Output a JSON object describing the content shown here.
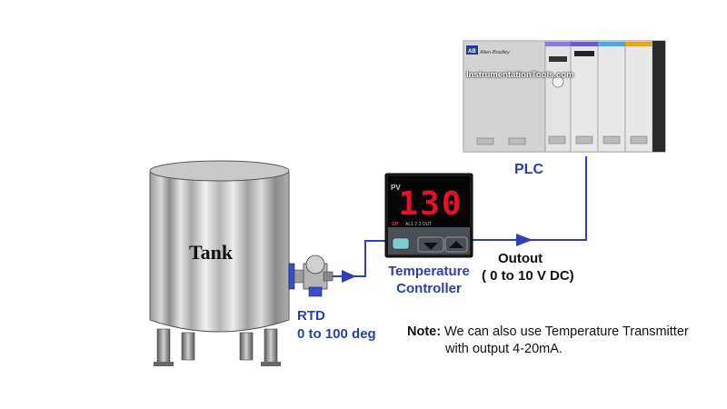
{
  "tank": {
    "label": "Tank"
  },
  "rtd": {
    "label": "RTD",
    "range": "0 to 100 deg"
  },
  "controller": {
    "label_line1": "Temperature",
    "label_line2": "Controller",
    "display_value": "130",
    "pv_tag": "PV",
    "sp_tag": "SP",
    "indicators": "AL1  2  3     OUT"
  },
  "plc": {
    "label": "PLC",
    "brand": "Allen-Bradley",
    "logo_text": "AB"
  },
  "output": {
    "label": "Outout",
    "range": "( 0 to 10 V DC)"
  },
  "note": {
    "prefix": "Note:",
    "line1": " We can also use Temperature Transmitter",
    "line2": "with output 4-20mA."
  },
  "watermark": "InstrumentationTools.com",
  "colors": {
    "wire": "#2f3fb8",
    "label_blue": "#2b3fa8",
    "display_red": "#e3112a"
  }
}
